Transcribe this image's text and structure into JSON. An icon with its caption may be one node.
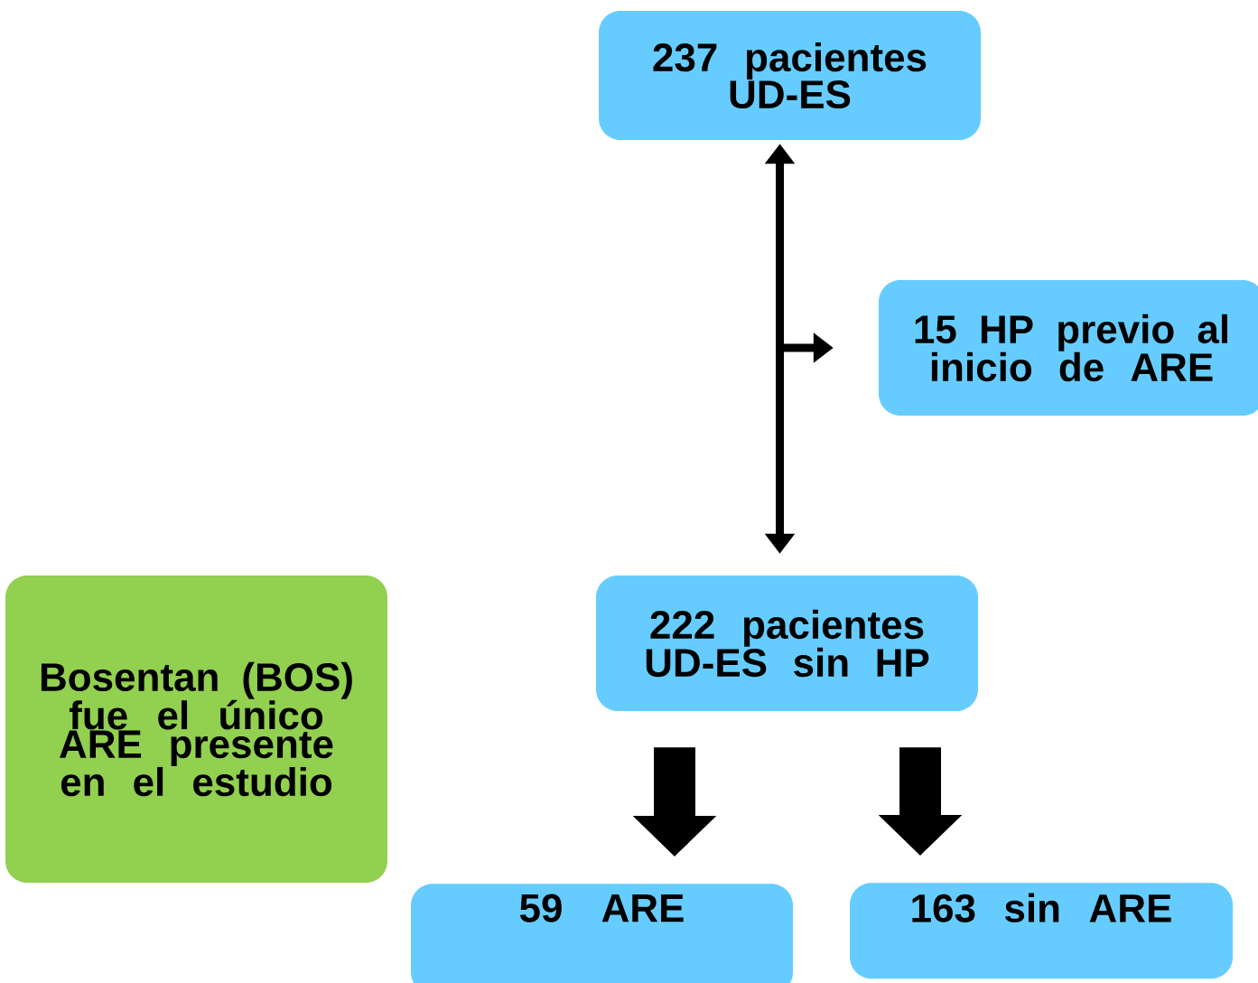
{
  "diagram": {
    "nodes": [
      {
        "text": [
          "237 pacientes UD-ES"
        ]
      },
      {
        "text": [
          "15 HP previo al inicio de ARE"
        ]
      },
      {
        "text": [
          "222 pacientes UD-ES sin HP"
        ]
      },
      {
        "text": [
          "Bosentan (BOS) fue el único ARE presente en el estudio"
        ]
      },
      {
        "text": [
          "59 ARE"
        ]
      },
      {
        "text": [
          "163 sin ARE"
        ]
      }
    ],
    "edges": [
      {
        "from": 0,
        "to": 2,
        "arrow": "both"
      },
      {
        "from": 0,
        "to": 1,
        "arrow": "to"
      },
      {
        "from": 2,
        "to": 4,
        "arrow": "to",
        "style": "thick"
      },
      {
        "from": 2,
        "to": 5,
        "arrow": "to",
        "style": "thick"
      }
    ]
  }
}
